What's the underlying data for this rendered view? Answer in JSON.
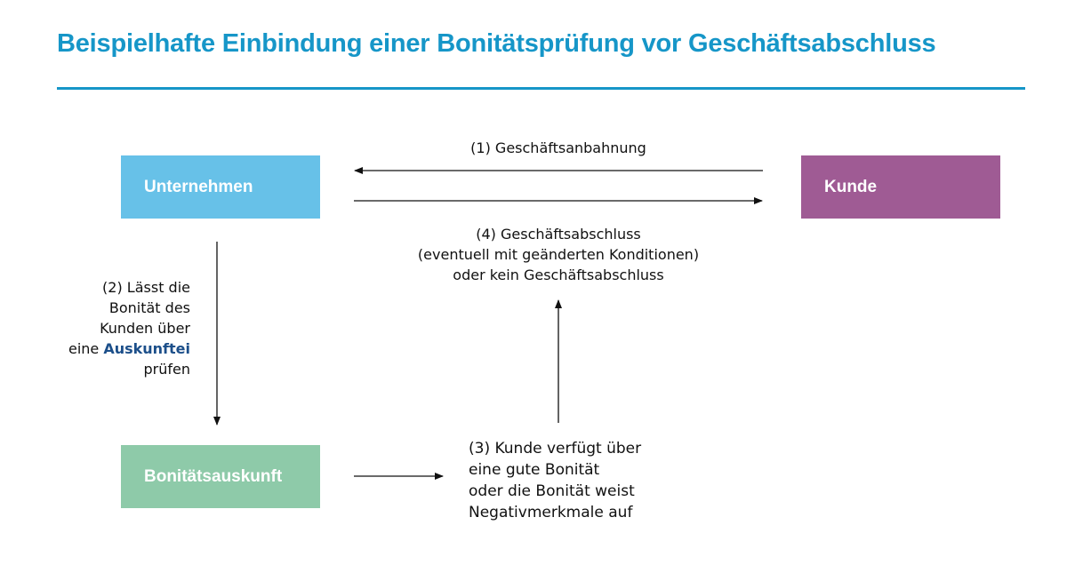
{
  "title": "Beispielhafte Einbindung einer Bonitätsprüfung vor Geschäftsabschluss",
  "colors": {
    "accent": "#1696c8",
    "unternehmen": "#67c1e8",
    "kunde": "#9f5b94",
    "bonitaetsauskunft": "#8ecaa9",
    "highlight": "#1c4f8a"
  },
  "nodes": {
    "unternehmen": "Unternehmen",
    "kunde": "Kunde",
    "bonitaetsauskunft": "Bonitätsauskunft"
  },
  "steps": {
    "step1": "(1) Geschäftsanbahnung",
    "step2": {
      "line1": "(2) Lässt die",
      "line2": "Bonität des",
      "line3": "Kunden über",
      "line4_prefix": "eine ",
      "line4_highlight": "Auskunftei",
      "line5": "prüfen"
    },
    "step3": {
      "line1": "(3) Kunde verfügt über",
      "line2": "eine gute Bonität",
      "line3": "oder die Bonität weist",
      "line4": "Negativmerkmale auf"
    },
    "step4": {
      "line1": "(4) Geschäftsabschluss",
      "line2": "(eventuell mit geänderten Konditionen)",
      "line3": "oder kein Geschäftsabschluss"
    }
  }
}
